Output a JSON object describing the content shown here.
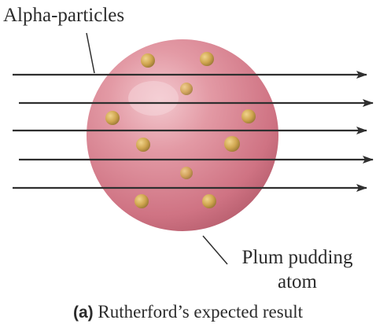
{
  "labels": {
    "alpha_particles": "Alpha-particles",
    "atom_line1": "Plum pudding",
    "atom_line2": "atom"
  },
  "caption": {
    "letter": "(a)",
    "text": "Rutherford’s expected result"
  },
  "colors": {
    "atom_body": "#d8828f",
    "atom_highlight": "#f1c2c9",
    "atom_shadow": "#a9505f",
    "electron": "#c9a24e",
    "arrow": "#2f2f2f",
    "text": "#2b2b2b"
  }
}
